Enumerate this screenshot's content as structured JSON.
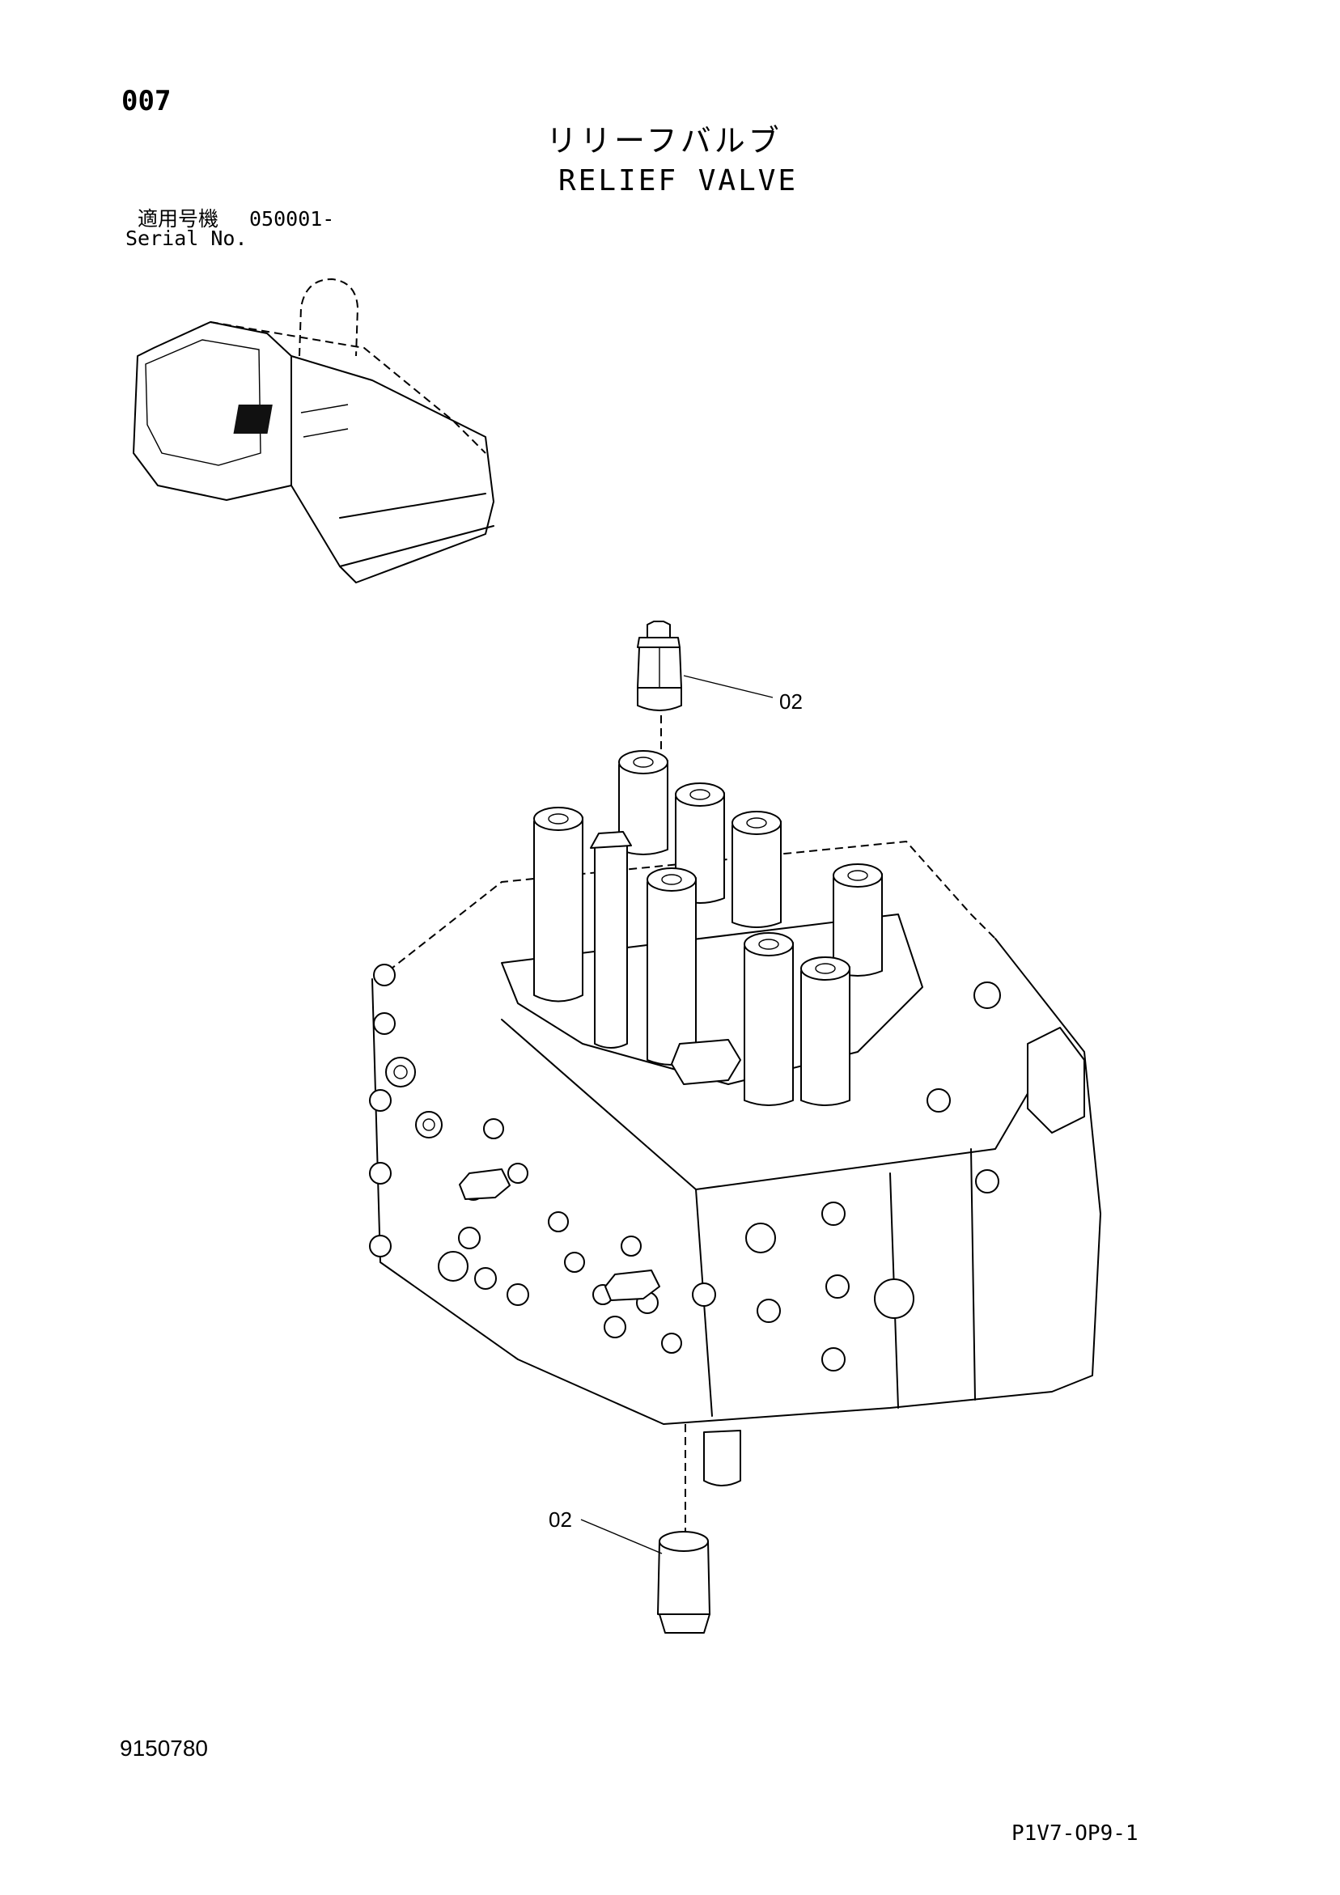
{
  "header": {
    "page_number": "007",
    "title_jp": "リリーフバルブ",
    "title_en": "RELIEF VALVE"
  },
  "serial": {
    "label_jp": "適用号機",
    "value": "050001-",
    "label_en": "Serial No."
  },
  "callouts": {
    "top_part": "02",
    "bottom_part": "02"
  },
  "footer": {
    "doc_number": "9150780",
    "page_code": "P1V7-OP9-1"
  }
}
